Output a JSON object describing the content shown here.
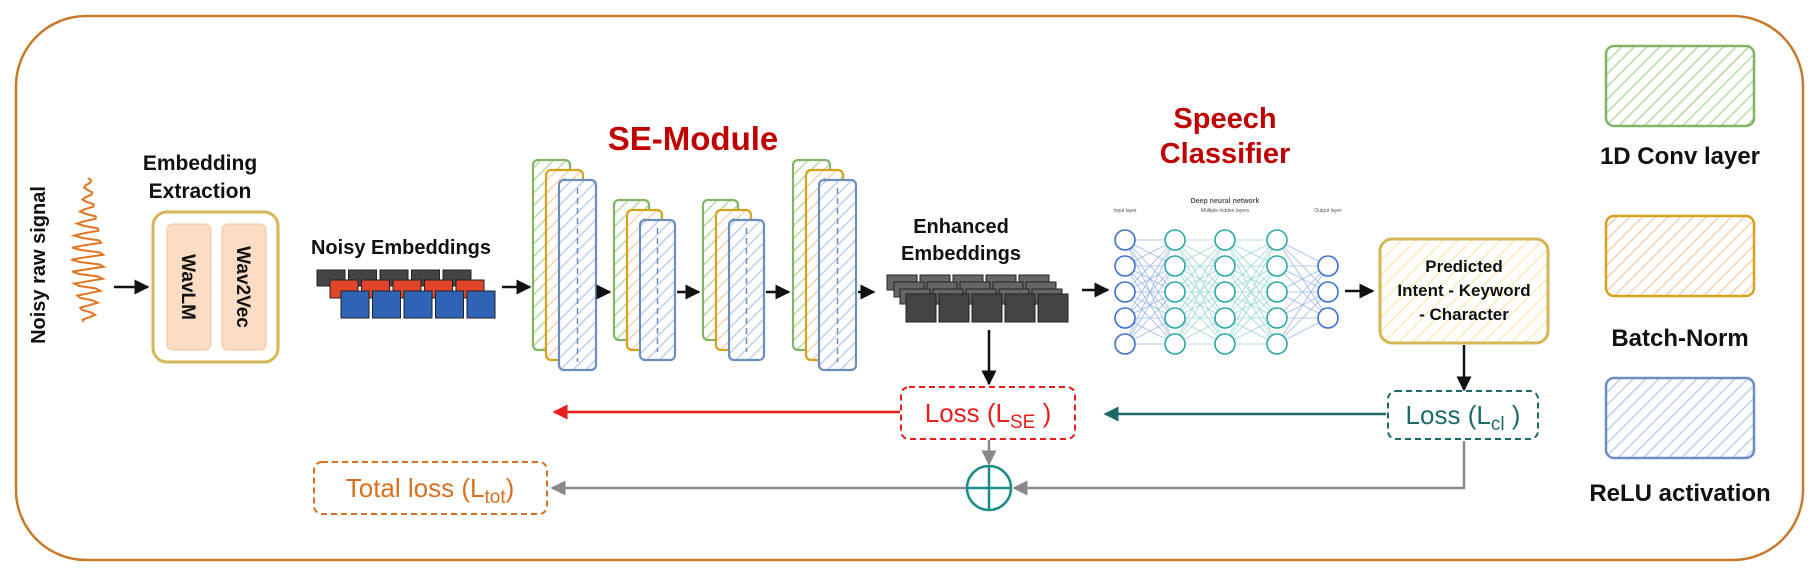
{
  "input": {
    "label": "Noisy raw signal"
  },
  "embedding": {
    "title_line1": "Embedding",
    "title_line2": "Extraction",
    "model1": "WavLM",
    "model2": "Wav2Vec"
  },
  "noisy_embeddings": {
    "label": "Noisy Embeddings"
  },
  "se_module": {
    "title": "SE-Module"
  },
  "enhanced": {
    "line1": "Enhanced",
    "line2": "Embeddings"
  },
  "classifier": {
    "title_line1": "Speech",
    "title_line2": "Classifier",
    "nn_title": "Deep neural network",
    "input_layer": "Input layer",
    "hidden_layers": "Multiple hidden layers",
    "output_layer": "Output layer"
  },
  "prediction": {
    "line1": "Predicted",
    "line2": "Intent - Keyword",
    "line3": "- Character"
  },
  "losses": {
    "se_text": "Loss (L",
    "se_sub": "SE",
    "se_close": " )",
    "cl_text": "Loss (L",
    "cl_sub": "cl",
    "cl_close": " )",
    "tot_text": "Total loss (L",
    "tot_sub": "tot",
    "tot_close": ")"
  },
  "legend": {
    "conv": "1D Conv layer",
    "bn": "Batch-Norm",
    "relu": "ReLU activation"
  },
  "colors": {
    "conv": "#82b366",
    "bn": "#d6a21e",
    "relu": "#6c8ebf",
    "frame": "#c77a2c",
    "se_title": "#c00000",
    "red": "#e81d1d",
    "teal": "#1d6b66",
    "orange": "#d7701f",
    "gray": "#888888",
    "embed_red": "#e0442b",
    "embed_blue": "#2f63b5",
    "embed_dark": "#444444"
  }
}
